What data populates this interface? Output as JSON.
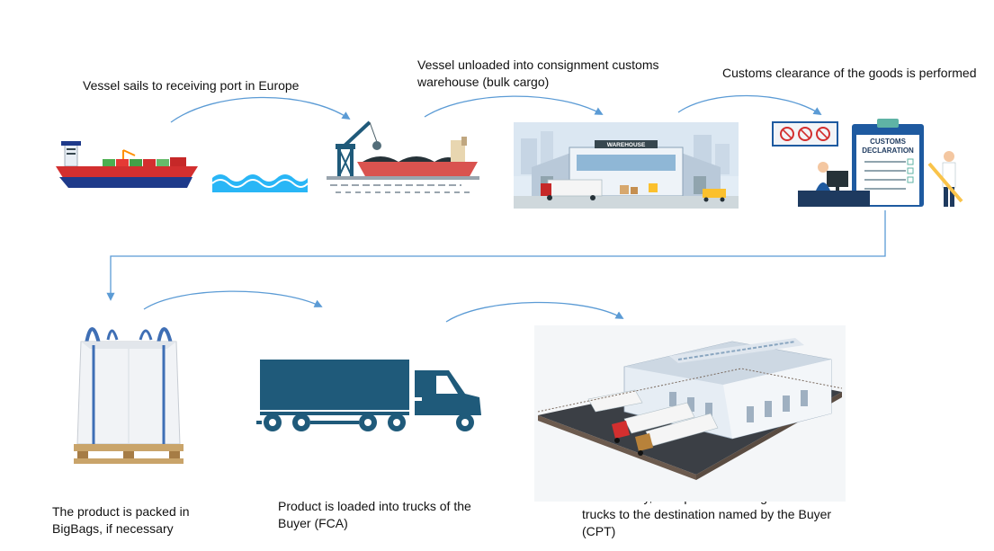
{
  "steps": [
    {
      "label": "Vessel sails to receiving port in Europe",
      "icon": "cargo-ship-icon"
    },
    {
      "label": "Vessel unloaded into consignment customs warehouse  (bulk cargo)",
      "icon": "port-crane-icon"
    },
    {
      "label": "Customs clearance of the goods is performed",
      "icon": "customs-officer-icon"
    },
    {
      "label": "The product is packed in BigBags, if necessary",
      "icon": "bigbag-icon"
    },
    {
      "label": "Product is loaded into trucks of the Buyer (FCA)",
      "icon": "truck-icon"
    },
    {
      "label": "If necessary, transportation is organised with trucks to the destination named by the Buyer (CPT)",
      "icon": "distribution-center-icon"
    }
  ],
  "warehouse_sign": "WAREHOUSE",
  "customs_sign_line1": "CUSTOMS",
  "customs_sign_line2": "DECLARATION",
  "colors": {
    "arrow": "#5b9bd5",
    "ship_hull": "#d32f2f",
    "ship_bottom": "#1e3a8a",
    "water": "#29b6f6",
    "truck": "#1f5a7a",
    "warehouse_roof": "#c7d3e0",
    "customs_board": "#1e5aa0"
  }
}
